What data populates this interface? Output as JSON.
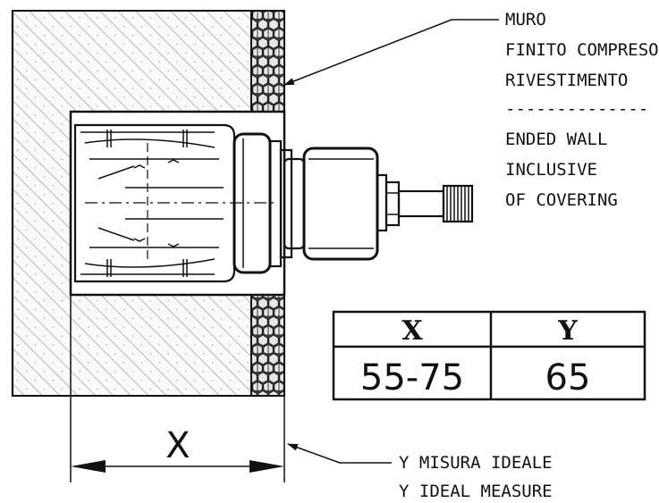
{
  "labels": {
    "wall_it_1": "MURO",
    "wall_it_2": "FINITO COMPRESO",
    "wall_it_3": "RIVESTIMENTO",
    "separator": "--------------",
    "wall_en_1": "ENDED WALL",
    "wall_en_2": "INCLUSIVE",
    "wall_en_3": "OF COVERING",
    "measure_it": "Y MISURA IDEALE",
    "measure_en": "Y IDEAL MEASURE",
    "dim_x": "X"
  },
  "table": {
    "headers": [
      "X",
      "Y"
    ],
    "values": [
      "55-75",
      "65"
    ]
  },
  "colors": {
    "line": "#111111",
    "hatch": "#b0b0b0",
    "cover": "#d9d9d9"
  }
}
